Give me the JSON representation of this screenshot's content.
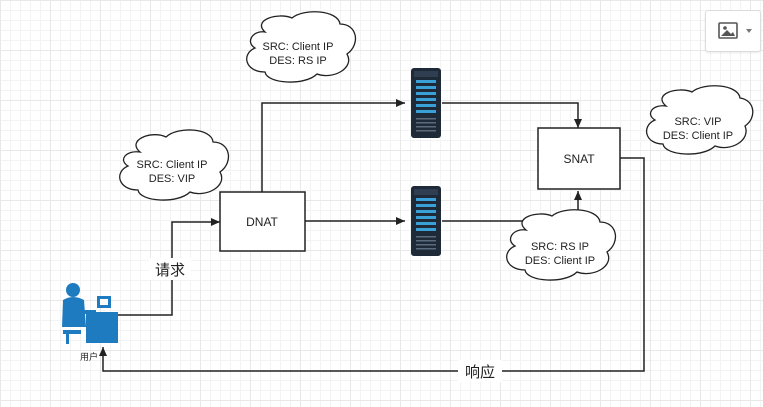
{
  "toolbar": {
    "icon": "image-icon",
    "dropdown_icon": "caret-down-icon"
  },
  "nodes": {
    "dnat": "DNAT",
    "snat": "SNAT",
    "user": "用户"
  },
  "clouds": {
    "client_to_dnat": {
      "line1": "SRC: Client IP",
      "line2": "DES: VIP"
    },
    "dnat_to_server": {
      "line1": "SRC: Client IP",
      "line2": "DES: RS  IP"
    },
    "server_to_snat": {
      "line1": "SRC: RS IP",
      "line2": "DES: Client IP"
    },
    "snat_to_client": {
      "line1": "SRC: VIP",
      "line2": "DES: Client IP"
    }
  },
  "edges": {
    "request": "请求",
    "response": "响应"
  },
  "colors": {
    "line": "#222222",
    "server_dark": "#1e2a38",
    "server_led": "#3aa0d8",
    "user_blue": "#1f7bbf"
  }
}
